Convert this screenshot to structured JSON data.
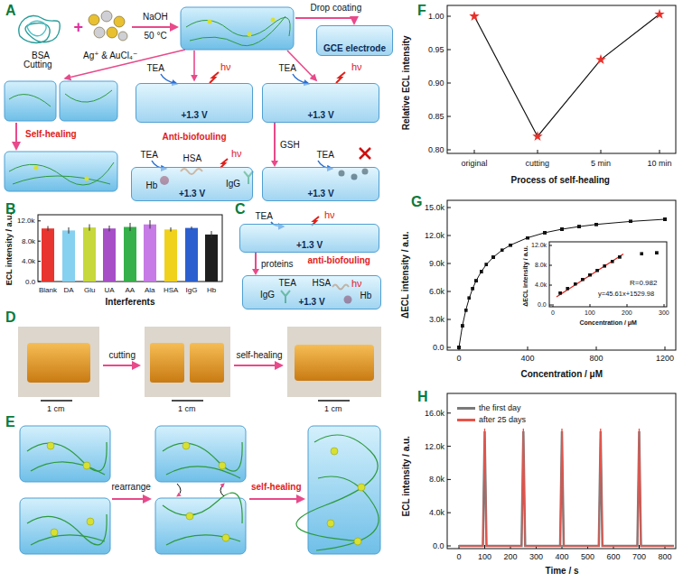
{
  "diagram": {
    "nodes": [
      {
        "text": [
          "GCE electrode"
        ]
      },
      {
        "text": [
          "+1.3 V"
        ]
      },
      {
        "text": [
          "+1.3 V"
        ]
      },
      {
        "text": [
          "+1.3 V"
        ]
      },
      {
        "text": [
          "+1.3 V"
        ]
      },
      {
        "text": [
          "+1.3 V"
        ]
      },
      {
        "text": [
          "+1.3 V"
        ]
      }
    ],
    "edges": [
      {
        "from": 2,
        "to": 4,
        "arrow": "to",
        "label": "GSH"
      },
      {
        "from": 5,
        "to": 6,
        "arrow": "to",
        "label": "proteins"
      }
    ],
    "labels": [
      "A",
      "BSA",
      "+",
      "Ag⁺ & AuCl₄⁻",
      "NaOH",
      "50 °C",
      "Drop coating",
      "Cutting",
      "TEA",
      "hν",
      "TEA",
      "hν",
      "Self-healing",
      "Anti-biofouling",
      "TEA",
      "HSA",
      "hν",
      "Hb",
      "IgG",
      "TEA",
      "B",
      "ECL intensity / a.u.",
      "0.0",
      "4.0k",
      "8.0k",
      "12.0k",
      "Blank",
      "DA",
      "Glu",
      "UA",
      "AA",
      "Ala",
      "HSA",
      "IgG",
      "Hb",
      "Interferents",
      "C",
      "TEA",
      "hν",
      "anti-biofouling",
      "TEA",
      "HSA",
      "hν",
      "IgG",
      "Hb",
      "D",
      "1 cm",
      "cutting",
      "1 cm",
      "self-healing",
      "1 cm",
      "E",
      "rearrange",
      "self-healing",
      "F",
      "Relative ECL intensity",
      "0.80",
      "0.85",
      "0.90",
      "0.95",
      "1.00",
      "original",
      "cutting",
      "5 min",
      "10 min",
      "Process of self-healing",
      "G",
      "ΔECL intensity / a.u.",
      "0.0",
      "3.0k",
      "6.0k",
      "9.0k",
      "12.0k",
      "15.0k",
      "0",
      "400",
      "800",
      "1200",
      "Concentration / μM",
      "ΔECL intensity / a.u.",
      "0.0",
      "4.0k",
      "8.0k",
      "12.0k",
      "0",
      "100",
      "200",
      "300",
      "Concentration / μM",
      "R=0.982",
      "y=45.61x+1529.98",
      "H",
      "ECL intensity / a.u.",
      "0.0",
      "4.0k",
      "8.0k",
      "12.0k",
      "16.0k",
      "0",
      "100",
      "200",
      "300",
      "400",
      "500",
      "600",
      "700",
      "800",
      "Time / s"
    ],
    "legend": [
      {
        "text": "the first day",
        "color": "#7a7a7a"
      },
      {
        "text": "after 25 days",
        "color": "#e8534a"
      }
    ]
  }
}
